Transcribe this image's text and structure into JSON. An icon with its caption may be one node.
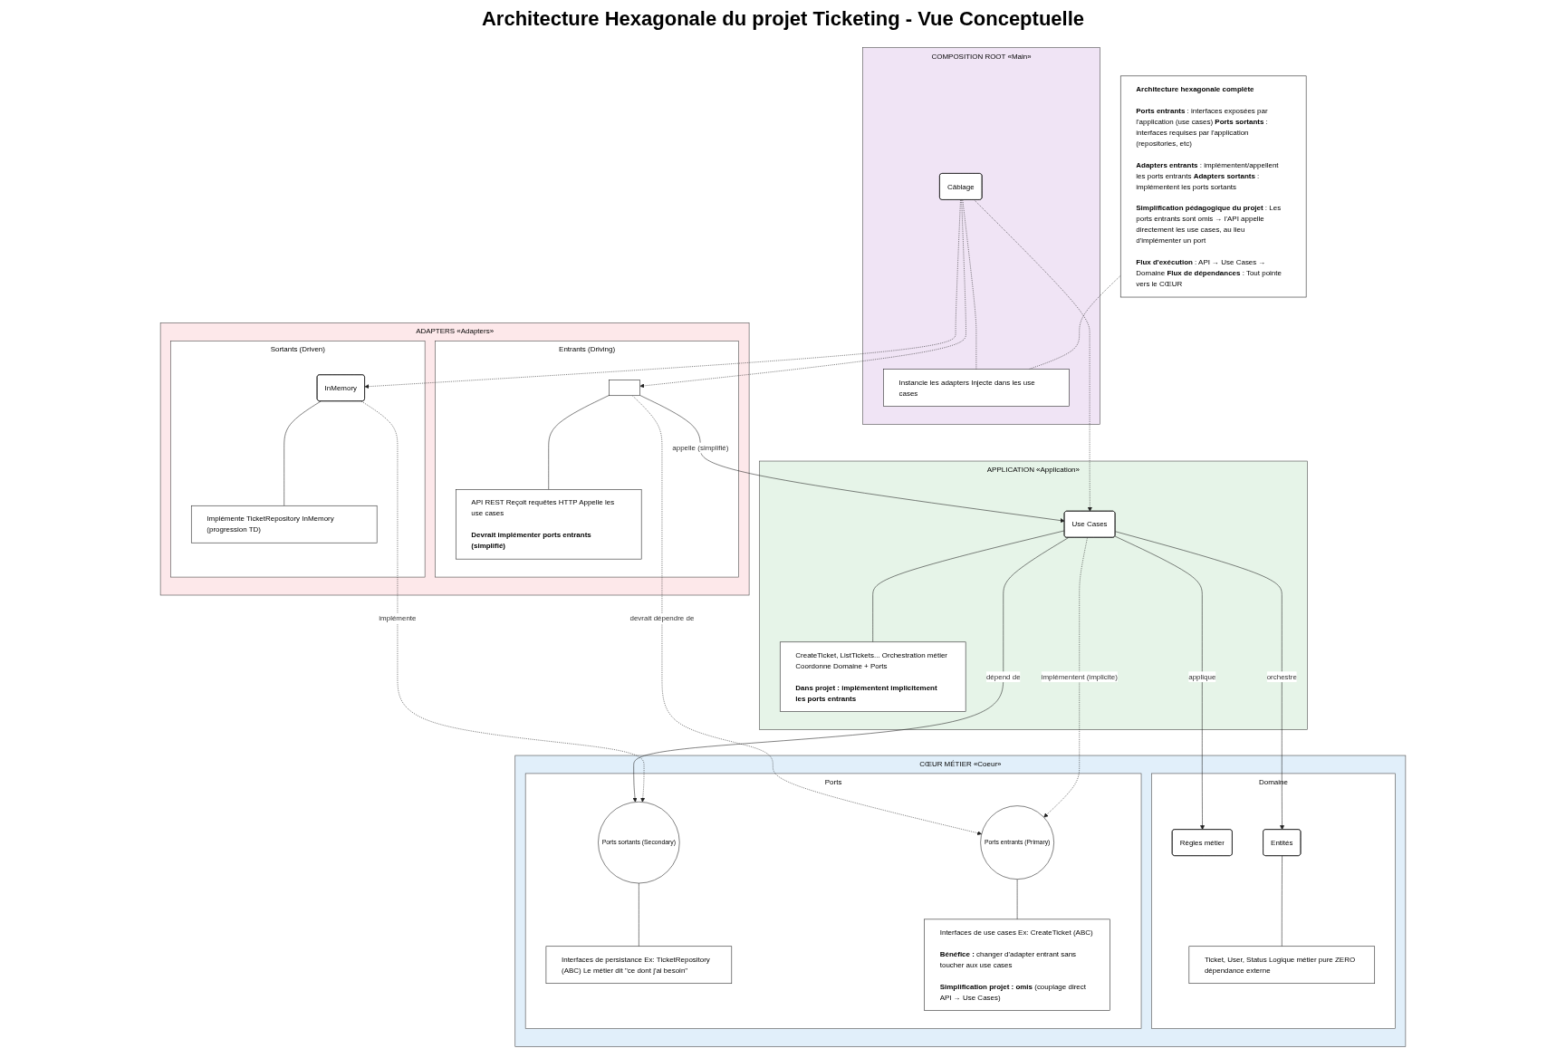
{
  "diagram": {
    "title": "Architecture Hexagonale du projet Ticketing - Vue Conceptuelle",
    "nodes": [
      {
        "text": [
          "COMPOSITION ROOT",
          "«Main»"
        ]
      },
      {
        "text": [
          "Câblage"
        ],
        "in": 0
      },
      {
        "text": [
          "Instancie les adapters Injecte dans les use cases"
        ],
        "in": 0
      },
      {
        "text": [
          "Architecture hexagonale complète",
          "**Ports entrants** : interfaces exposées par l'application (use cases) **Ports sortants** : interfaces requises par l'application (repositories, etc)",
          "**Adapters entrants** : implémentent/appellent les ports entrants **Adapters sortants** : implémentent les ports sortants",
          "**Simplification pédagogique du projet** : Les ports entrants sont omis → l'API appelle directement les use cases, au lieu d'implémenter un port",
          "**Flux d'exécution** : API → Use Cases → Domaine **Flux de dépendances** : Tout pointe vers le CŒUR"
        ]
      },
      {
        "text": [
          "ADAPTERS",
          "«Adapters»"
        ]
      },
      {
        "text": [
          "Entrants (Driving)"
        ],
        "in": 4
      },
      {
        "text": [],
        "shape": "box",
        "in": 5
      },
      {
        "text": [
          "API REST Reçoit requêtes HTTP Appelle les use cases",
          "Devrait implémenter ports entrants (simplifié)"
        ],
        "in": 5
      },
      {
        "text": [
          "Sortants (Driven)"
        ],
        "in": 4
      },
      {
        "text": [
          "InMemory"
        ],
        "in": 8
      },
      {
        "text": [
          "Implémente TicketRepository InMemory (progression TD)"
        ],
        "in": 8
      },
      {
        "text": [
          "APPLICATION",
          "«Application»"
        ]
      },
      {
        "text": [
          "Use Cases"
        ],
        "in": 11
      },
      {
        "text": [
          "CreateTicket, ListTickets... Orchestration métier Coordonne Domaine + Ports",
          "Dans projet : implémentent implicitement les ports entrants"
        ],
        "in": 11
      },
      {
        "text": [
          "CŒUR MÉTIER",
          "«Coeur»"
        ]
      },
      {
        "text": [
          "Domaine"
        ],
        "in": 14
      },
      {
        "text": [
          "Règles métier"
        ],
        "in": 15
      },
      {
        "text": [
          "Entités"
        ],
        "in": 15
      },
      {
        "text": [
          "Ticket, User, Status Logique métier pure ZERO dépendance externe"
        ],
        "in": 15
      },
      {
        "text": [
          "Ports"
        ],
        "in": 14
      },
      {
        "text": [
          "Ports entrants (Primary)"
        ],
        "in": 19
      },
      {
        "text": [
          "Interfaces de use cases Ex: CreateTicket (ABC)",
          "**Bénéfice :** changer d'adapter entrant sans toucher aux use cases",
          "**Simplification projet : omis** (couplage direct API → Use Cases)"
        ],
        "in": 19
      },
      {
        "text": [
          "Ports sortants (Secondary)"
        ],
        "in": 19
      },
      {
        "text": [
          "Interfaces de persistance Ex: TicketRepository (ABC) Le métier dit \"ce dont j'ai besoin\""
        ],
        "in": 19
      }
    ],
    "edges": [
      {
        "from": 1,
        "to": 2,
        "arrow": "none",
        "style": "dashed"
      },
      {
        "from": 2,
        "to": 3,
        "arrow": "none",
        "style": "dashed"
      },
      {
        "from": 1,
        "to": 12,
        "arrow": "to",
        "style": "dashed"
      },
      {
        "from": 1,
        "to": 6,
        "arrow": "to",
        "style": "dashed"
      },
      {
        "from": 1,
        "to": 9,
        "arrow": "to",
        "style": "dashed"
      },
      {
        "from": 6,
        "to": 12,
        "arrow": "to",
        "label": "appelle (simplifié)"
      },
      {
        "from": 6,
        "to": 7,
        "arrow": "none"
      },
      {
        "from": 9,
        "to": 10,
        "arrow": "none"
      },
      {
        "from": 6,
        "to": 20,
        "arrow": "to",
        "style": "dashed",
        "label": "devrait dépendre de"
      },
      {
        "from": 12,
        "to": 13,
        "arrow": "none"
      },
      {
        "from": 12,
        "to": 16,
        "arrow": "to",
        "label": "applique"
      },
      {
        "from": 12,
        "to": 17,
        "arrow": "to",
        "label": "orchestre"
      },
      {
        "from": 12,
        "to": 20,
        "arrow": "to",
        "style": "dashed",
        "label": "implémentent (implicite)"
      },
      {
        "from": 12,
        "to": 22,
        "arrow": "to",
        "label": "dépend de"
      },
      {
        "from": 9,
        "to": 22,
        "arrow": "to",
        "style": "dashed",
        "label": "implémente"
      },
      {
        "from": 17,
        "to": 18,
        "arrow": "none"
      },
      {
        "from": 20,
        "to": 21,
        "arrow": "none"
      },
      {
        "from": 22,
        "to": 23,
        "arrow": "none"
      }
    ]
  }
}
